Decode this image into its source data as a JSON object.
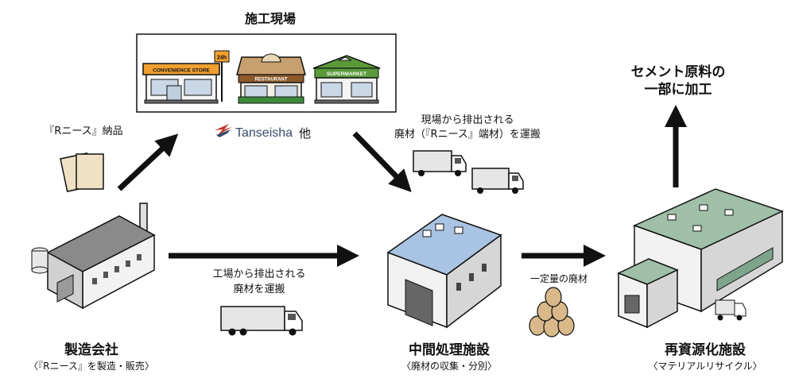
{
  "site": {
    "title": "施工現場",
    "stores": {
      "convenience": "CONVENIENCE STORE",
      "hours": "24h",
      "restaurant": "RESTAURANT",
      "supermarket": "SUPERMARKET"
    },
    "brand": "Tanseisha",
    "brand_suffix": "他"
  },
  "delivery_label": "『Rニース』納品",
  "site_waste_label": {
    "line1": "現場から排出される",
    "line2": "廃材（『Rニース』端材）を運搬"
  },
  "factory_waste_label": {
    "line1": "工場から排出される",
    "line2": "廃材を運搬"
  },
  "bags_label": "一定量の廃材",
  "cement_label": {
    "line1": "セメント原料の",
    "line2": "一部に加工"
  },
  "manufacturer": {
    "name": "製造会社",
    "description": "〈『Rニース』を製造・販売〉"
  },
  "processing": {
    "name": "中間処理施設",
    "description": "〈廃材の収集・分別〉"
  },
  "recycling": {
    "name": "再資源化施設",
    "description": "〈マテリアルリサイクル〉"
  },
  "colors": {
    "arrow": "#111111",
    "convenience_sign": "#f0a030",
    "supermarket_sign": "#5a9a3a",
    "restaurant_roof": "#c8a070",
    "warehouse_roof": "#a9c3e3",
    "recycling_roof": "#9fbfa8",
    "brand_mark": "#c0392b",
    "truck_body": "#e6e6e6",
    "bag": "#d9b98a",
    "card": "#efe1c4"
  }
}
